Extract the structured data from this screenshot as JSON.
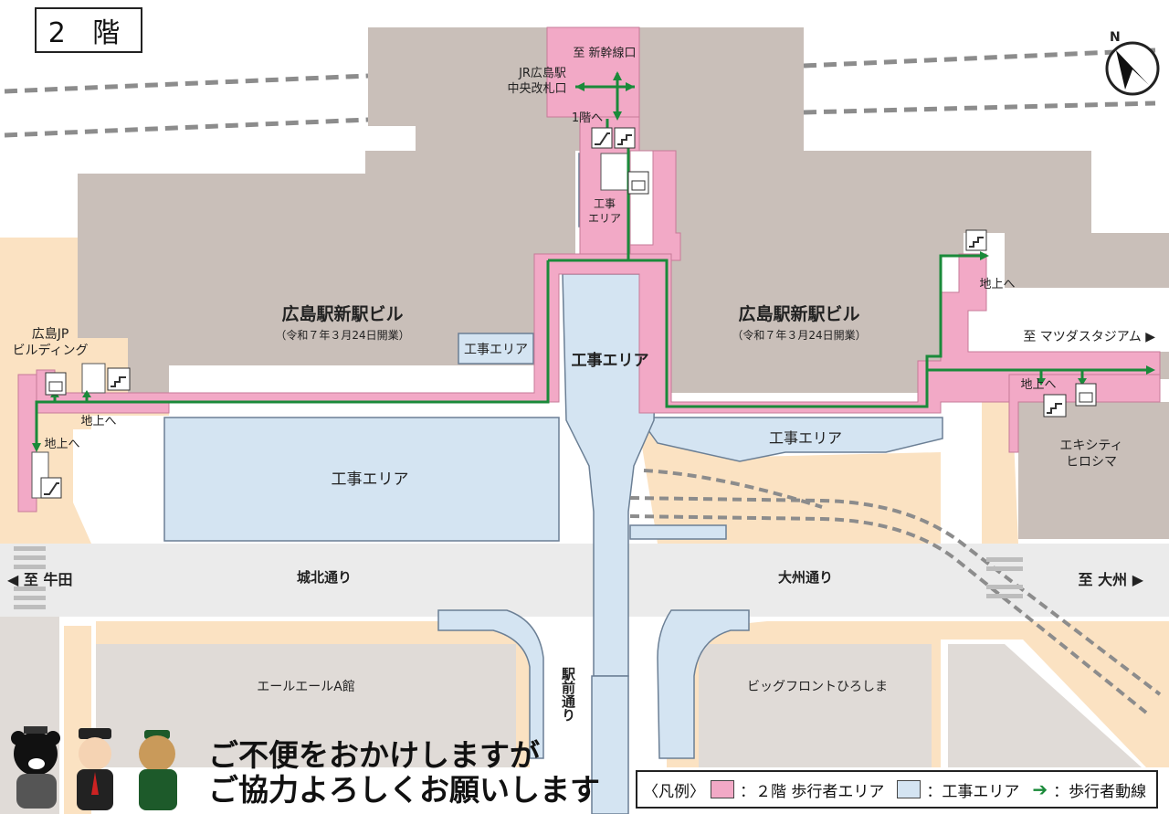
{
  "floor_label": "2 階",
  "compass": {
    "north_letter": "N"
  },
  "buildings": {
    "new_station_left": "広島駅新駅ビル",
    "new_station_left_sub": "（令和７年３月24日開業）",
    "new_station_right": "広島駅新駅ビル",
    "new_station_right_sub": "（令和７年３月24日開業）",
    "jp_building_line1": "広島JP",
    "jp_building_line2": "ビルディング",
    "ekicity_line1": "エキシティ",
    "ekicity_line2": "ヒロシマ",
    "aaa": "エールエールA館",
    "bigfront": "ビッグフロントひろしま"
  },
  "construction": {
    "center": "工事エリア",
    "left_small": "工事エリア",
    "north_small_line1": "工事",
    "north_small_line2": "エリア",
    "plaza_left": "工事エリア",
    "plaza_right": "工事エリア"
  },
  "labels": {
    "to_shinkansen": "至 新幹線口",
    "jr_gate_line1": "JR広島駅",
    "jr_gate_line2": "中央改札口",
    "to_1f": "1階へ",
    "to_ground_1": "地上へ",
    "to_ground_2": "地上へ",
    "to_ground_3": "地上へ",
    "to_ground_4": "地上へ",
    "to_mazda": "至 マツダスタジアム ▶",
    "to_ushita": "◀ 至 牛田",
    "to_ozu": "至 大州 ▶",
    "jouhoku_st": "城北通り",
    "ozu_st": "大州通り",
    "ekimae_st": "駅前通り"
  },
  "notice": {
    "line1": "ご不便をおかけしますが",
    "line2": "ご協力よろしくお願いします"
  },
  "legend": {
    "title": "〈凡例〉",
    "pink": "：２階 歩行者エリア",
    "blue": "：工事エリア",
    "arrow": "：歩行者動線"
  },
  "colors": {
    "building": "#c9bfb9",
    "pedestrian": "#f2a9c6",
    "construction": "#d4e4f2",
    "sidewalk": "#fbe2c2",
    "street": "#ebebeb",
    "route": "#1a8a3a",
    "rail": "#8c8c8c"
  },
  "icons": [
    "escalator-icon",
    "stairs-icon",
    "elevator-icon",
    "compass-icon",
    "mascot-bear-icon",
    "mascot-conductor-icon",
    "mascot-squirrel-icon"
  ]
}
